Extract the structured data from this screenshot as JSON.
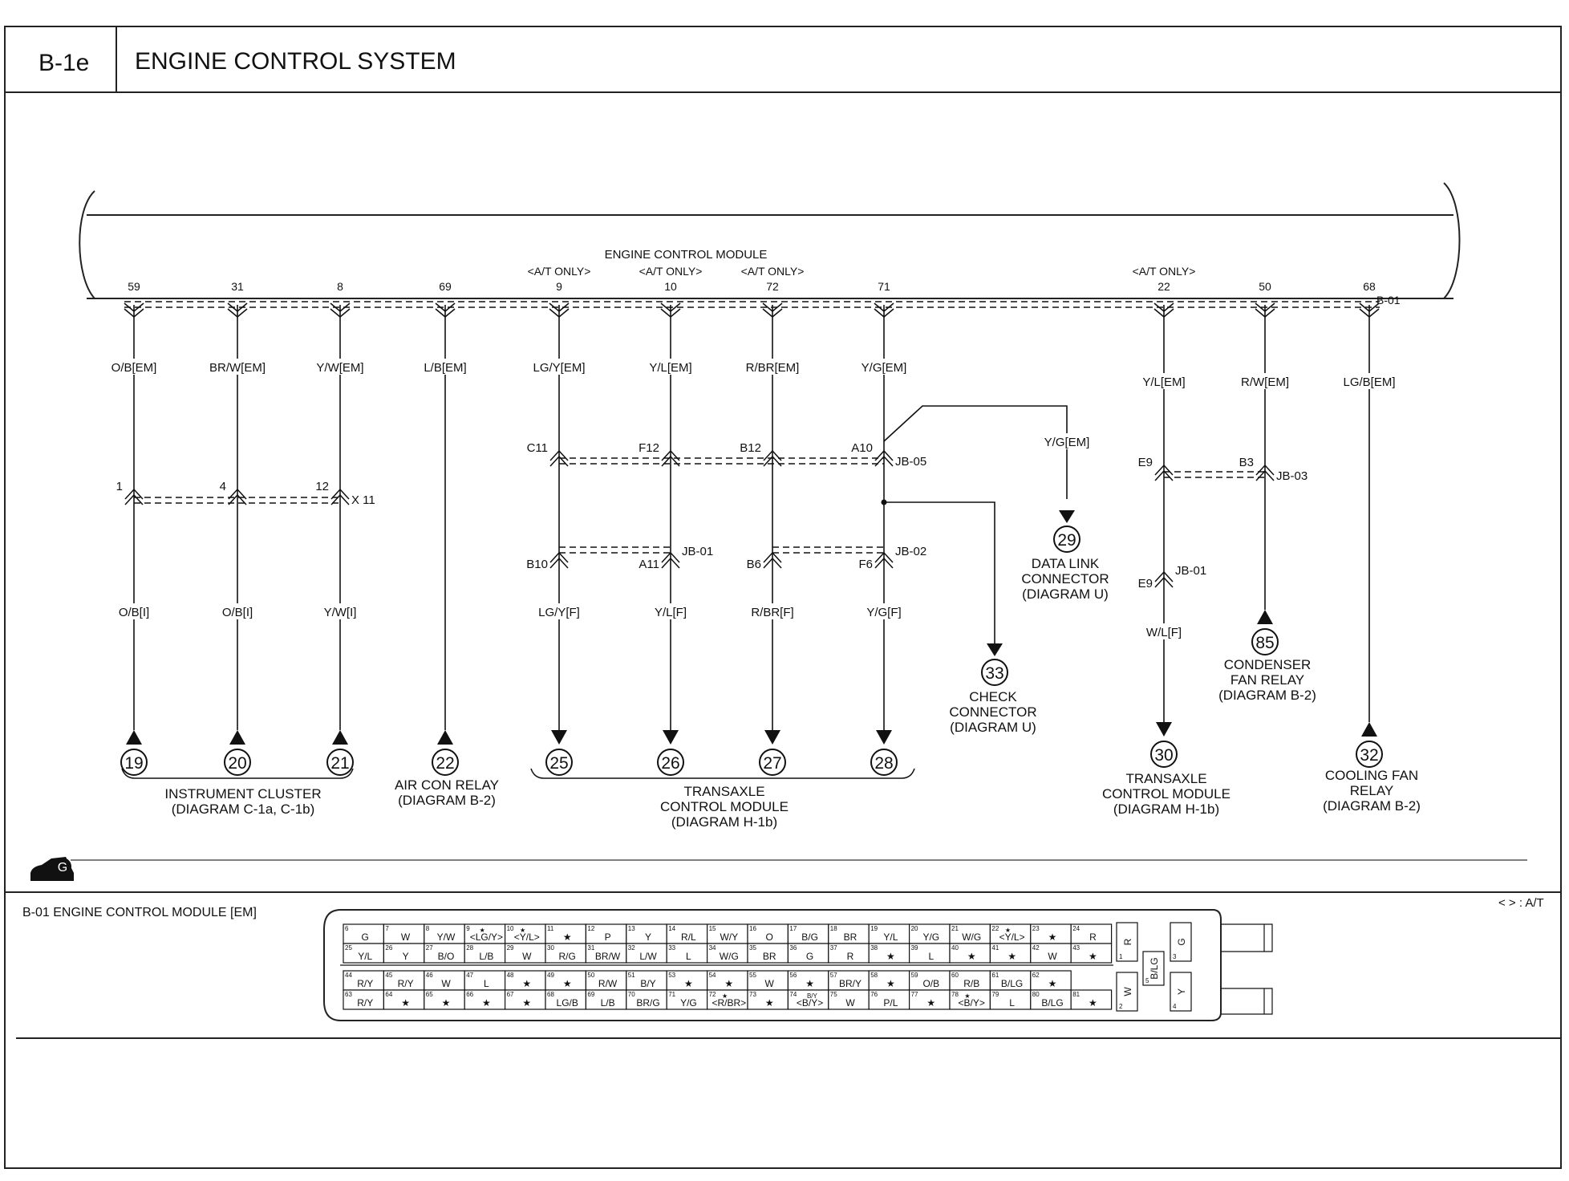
{
  "header": {
    "code": "B-1e",
    "title": "ENGINE CONTROL SYSTEM"
  },
  "module": {
    "name": "ENGINE CONTROL MODULE",
    "connector": "B-01"
  },
  "columns": [
    {
      "id": "c59",
      "pin": "59",
      "note": "",
      "wire_top": "O/B[EM]",
      "conn_mid": "1",
      "wire_bot": "O/B[I]",
      "dest": "19",
      "dir": "up"
    },
    {
      "id": "c31",
      "pin": "31",
      "note": "",
      "wire_top": "BR/W[EM]",
      "conn_mid": "4",
      "wire_bot": "O/B[I]",
      "dest": "20",
      "dir": "up"
    },
    {
      "id": "c8",
      "pin": "8",
      "note": "",
      "wire_top": "Y/W[EM]",
      "conn_mid": "12",
      "conn_mid_tag": "X 11",
      "wire_bot": "Y/W[I]",
      "dest": "21",
      "dir": "up"
    },
    {
      "id": "c69",
      "pin": "69",
      "note": "",
      "wire_top": "L/B[EM]",
      "dest": "22",
      "dir": "up"
    },
    {
      "id": "c9",
      "pin": "9",
      "note": "<A/T ONLY>",
      "wire_top": "LG/Y[EM]",
      "conn_a": "C11",
      "conn_b": "B10",
      "wire_bot": "LG/Y[F]",
      "dest": "25",
      "dir": "down"
    },
    {
      "id": "c10",
      "pin": "10",
      "note": "<A/T ONLY>",
      "wire_top": "Y/L[EM]",
      "conn_a": "F12",
      "conn_b": "A11",
      "conn_b_tag": "JB-01",
      "wire_bot": "Y/L[F]",
      "dest": "26",
      "dir": "down"
    },
    {
      "id": "c72",
      "pin": "72",
      "note": "<A/T ONLY>",
      "wire_top": "R/BR[EM]",
      "conn_a": "B12",
      "conn_b": "B6",
      "wire_bot": "R/BR[F]",
      "dest": "27",
      "dir": "down"
    },
    {
      "id": "c71",
      "pin": "71",
      "note": "",
      "wire_top": "Y/G[EM]",
      "conn_a": "A10",
      "conn_a_tag": "JB-05",
      "conn_b": "F6",
      "conn_b_tag": "JB-02",
      "wire_bot": "Y/G[F]",
      "dest": "28",
      "dir": "down"
    },
    {
      "id": "c22",
      "pin": "22",
      "note": "<A/T ONLY>",
      "wire_top": "Y/L[EM]",
      "conn_a": "E9",
      "conn_b": "E9",
      "conn_b_tag": "JB-01",
      "wire_bot": "W/L[F]",
      "dest": "30",
      "dir": "down"
    },
    {
      "id": "c50",
      "pin": "50",
      "note": "",
      "wire_top": "R/W[EM]",
      "conn_a": "B3",
      "conn_a_tag": "JB-03",
      "dest": "85",
      "dir": "up"
    },
    {
      "id": "c68",
      "pin": "68",
      "note": "",
      "wire_top": "LG/B[EM]",
      "dest": "32",
      "dir": "up"
    }
  ],
  "branches": {
    "data_link": {
      "wire": "Y/G[EM]",
      "dest": "29",
      "lines": [
        "DATA LINK",
        "CONNECTOR",
        "(DIAGRAM U)"
      ]
    },
    "check": {
      "dest": "33",
      "lines": [
        "CHECK",
        "CONNECTOR",
        "(DIAGRAM U)"
      ]
    }
  },
  "groups": {
    "instrument": [
      "INSTRUMENT CLUSTER",
      "(DIAGRAM C-1a, C-1b)"
    ],
    "aircon": [
      "AIR CON RELAY",
      "(DIAGRAM B-2)"
    ],
    "tcm": [
      "TRANSAXLE",
      "CONTROL MODULE",
      "(DIAGRAM H-1b)"
    ],
    "tcm2": [
      "TRANSAXLE",
      "CONTROL MODULE",
      "(DIAGRAM H-1b)"
    ],
    "condenser": [
      "CONDENSER",
      "FAN RELAY",
      "(DIAGRAM B-2)"
    ],
    "cooling": [
      "COOLING FAN",
      "RELAY",
      "(DIAGRAM B-2)"
    ]
  },
  "ground_tag": "G",
  "footer": {
    "title": "B-01 ENGINE CONTROL MODULE [EM]",
    "legend": "< > : A/T"
  },
  "connector_rows": [
    [
      {
        "n": "6",
        "c": "G"
      },
      {
        "n": "7",
        "c": "W"
      },
      {
        "n": "8",
        "c": "Y/W"
      },
      {
        "n": "9",
        "c": "<LG/Y>",
        "star": true
      },
      {
        "n": "10",
        "c": "<Y/L>",
        "star": true
      },
      {
        "n": "11",
        "c": "★"
      },
      {
        "n": "12",
        "c": "P"
      },
      {
        "n": "13",
        "c": "Y"
      },
      {
        "n": "14",
        "c": "R/L"
      },
      {
        "n": "15",
        "c": "W/Y"
      },
      {
        "n": "16",
        "c": "O"
      },
      {
        "n": "17",
        "c": "B/G"
      },
      {
        "n": "18",
        "c": "BR"
      },
      {
        "n": "19",
        "c": "Y/L"
      },
      {
        "n": "20",
        "c": "Y/G"
      },
      {
        "n": "21",
        "c": "W/G"
      },
      {
        "n": "22",
        "c": "<Y/L>",
        "star": true
      },
      {
        "n": "23",
        "c": "★"
      },
      {
        "n": "24",
        "c": "R"
      }
    ],
    [
      {
        "n": "25",
        "c": "Y/L"
      },
      {
        "n": "26",
        "c": "Y"
      },
      {
        "n": "27",
        "c": "B/O"
      },
      {
        "n": "28",
        "c": "L/B"
      },
      {
        "n": "29",
        "c": "W"
      },
      {
        "n": "30",
        "c": "R/G"
      },
      {
        "n": "31",
        "c": "BR/W"
      },
      {
        "n": "32",
        "c": "L/W"
      },
      {
        "n": "33",
        "c": "L"
      },
      {
        "n": "34",
        "c": "W/G"
      },
      {
        "n": "35",
        "c": "BR"
      },
      {
        "n": "36",
        "c": "G"
      },
      {
        "n": "37",
        "c": "R"
      },
      {
        "n": "38",
        "c": "★"
      },
      {
        "n": "39",
        "c": "L"
      },
      {
        "n": "40",
        "c": "★"
      },
      {
        "n": "41",
        "c": "★"
      },
      {
        "n": "42",
        "c": "W"
      },
      {
        "n": "43",
        "c": "★"
      }
    ],
    [
      {
        "n": "44",
        "c": "R/Y"
      },
      {
        "n": "45",
        "c": "R/Y"
      },
      {
        "n": "46",
        "c": "W"
      },
      {
        "n": "47",
        "c": "L"
      },
      {
        "n": "48",
        "c": "★"
      },
      {
        "n": "49",
        "c": "★"
      },
      {
        "n": "50",
        "c": "R/W"
      },
      {
        "n": "51",
        "c": "B/Y"
      },
      {
        "n": "53",
        "c": "★"
      },
      {
        "n": "54",
        "c": "★"
      },
      {
        "n": "55",
        "c": "W"
      },
      {
        "n": "56",
        "c": "★"
      },
      {
        "n": "57",
        "c": "BR/Y"
      },
      {
        "n": "58",
        "c": "★"
      },
      {
        "n": "59",
        "c": "O/B"
      },
      {
        "n": "60",
        "c": "R/B"
      },
      {
        "n": "61",
        "c": "B/LG"
      },
      {
        "n": "62",
        "c": "★"
      }
    ],
    [
      {
        "n": "63",
        "c": "R/Y"
      },
      {
        "n": "64",
        "c": "★"
      },
      {
        "n": "65",
        "c": "★"
      },
      {
        "n": "66",
        "c": "★"
      },
      {
        "n": "67",
        "c": "★"
      },
      {
        "n": "68",
        "c": "LG/B"
      },
      {
        "n": "69",
        "c": "L/B"
      },
      {
        "n": "70",
        "c": "BR/G"
      },
      {
        "n": "71",
        "c": "Y/G"
      },
      {
        "n": "72",
        "c": "<R/BR>",
        "star": true
      },
      {
        "n": "73",
        "c": "★"
      },
      {
        "n": "74",
        "c": "<B/Y>",
        "pre": "B/Y"
      },
      {
        "n": "75",
        "c": "W"
      },
      {
        "n": "76",
        "c": "P/L"
      },
      {
        "n": "77",
        "c": "★"
      },
      {
        "n": "78",
        "c": "<B/Y>",
        "star": true
      },
      {
        "n": "79",
        "c": "L"
      },
      {
        "n": "80",
        "c": "B/LG"
      },
      {
        "n": "81",
        "c": "★"
      }
    ]
  ],
  "connector_side": {
    "top_left": {
      "n": "1",
      "c": "R"
    },
    "top_right": {
      "n": "3",
      "c": "G"
    },
    "mid": {
      "n": "5",
      "c": "B/LG"
    },
    "bot_left": {
      "n": "2",
      "c": "W"
    },
    "bot_right": {
      "n": "4",
      "c": "Y"
    }
  }
}
